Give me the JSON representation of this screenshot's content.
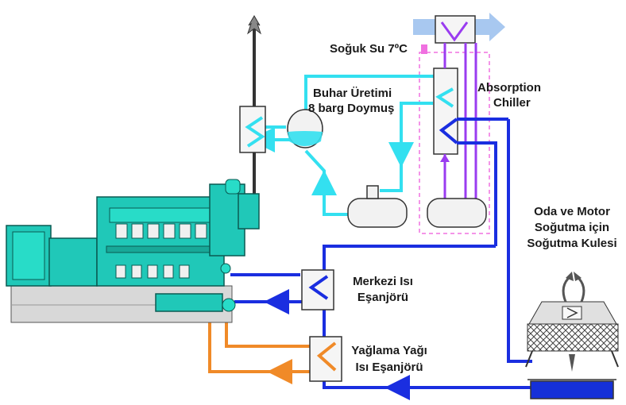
{
  "labels": {
    "cold_water": "Soğuk Su 7ºC",
    "steam_gen_line1": "Buhar Üretimi",
    "steam_gen_line2": "8 barg Doymuş",
    "absorption_line1": "Absorption",
    "absorption_line2": "Chiller",
    "cooling_tower_line1": "Oda ve Motor",
    "cooling_tower_line2": "Soğutma için",
    "cooling_tower_line3": "Soğutma Kulesi",
    "central_hx_line1": "Merkezi Isı",
    "central_hx_line2": "Eşanjörü",
    "oil_hx_line1": "Yağlama Yağı",
    "oil_hx_line2": "Isı Eşanjörü"
  },
  "colors": {
    "steam_loop": "#33e0f0",
    "cooling_water": "#1a2ee0",
    "lube_oil": "#f08a28",
    "chilled_water": "#9a3cf0",
    "chilled_output_arrow": "#a8c8f0",
    "engine_body": "#20c8b8",
    "engine_base": "#d8d8d8",
    "chiller_boundary": "#f070e0",
    "cold_water_marker": "#f070e0",
    "exhaust": "#333333"
  }
}
